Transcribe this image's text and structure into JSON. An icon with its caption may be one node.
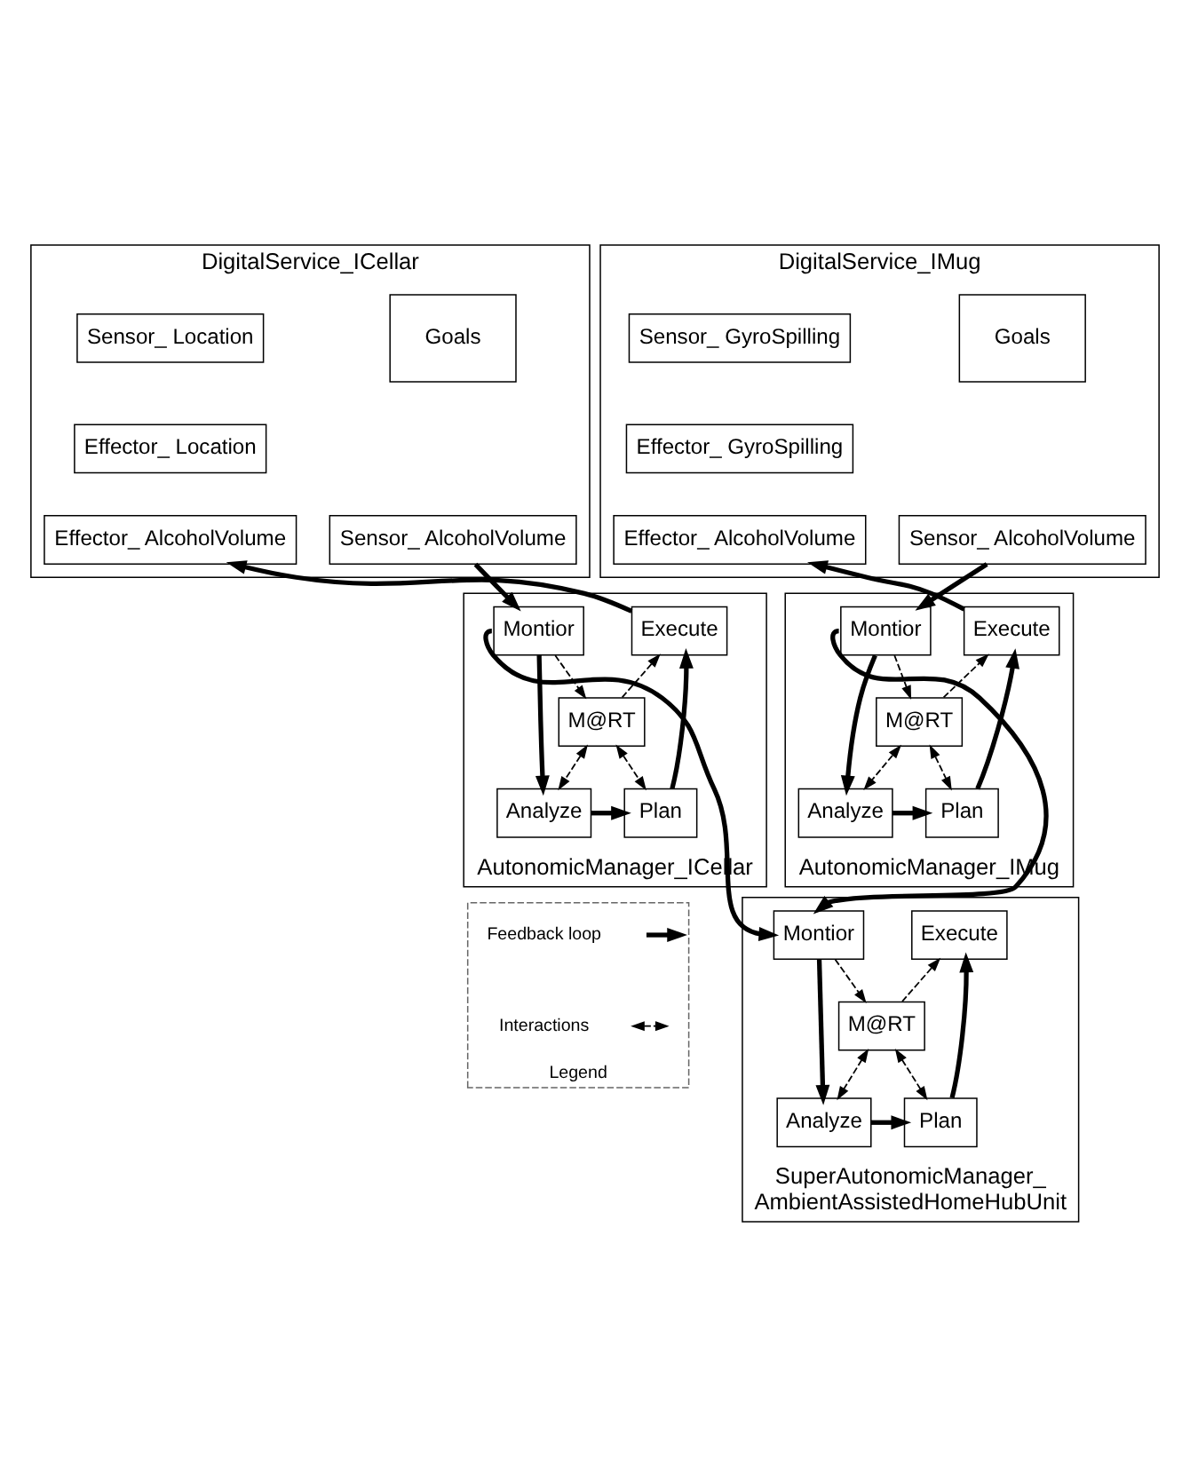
{
  "diagram": {
    "nodes": [
      {
        "text": [
          "DigitalService_ICellar"
        ]
      },
      {
        "text": [
          "Goals"
        ],
        "in": 0
      },
      {
        "text": [
          "Sensor_ Location"
        ],
        "in": 0
      },
      {
        "text": [
          "Effector_ Location"
        ],
        "in": 0
      },
      {
        "text": [
          "Sensor_ AlcoholVolume"
        ],
        "in": 0
      },
      {
        "text": [
          "Effector_ AlcoholVolume"
        ],
        "in": 0
      },
      {
        "text": [
          "DigitalService_IMug"
        ]
      },
      {
        "text": [
          "Goals"
        ],
        "in": 6
      },
      {
        "text": [
          "Sensor_ GyroSpilling"
        ],
        "in": 6
      },
      {
        "text": [
          "Effector_ GyroSpilling"
        ],
        "in": 6
      },
      {
        "text": [
          "Sensor_ AlcoholVolume"
        ],
        "in": 6
      },
      {
        "text": [
          "Effector_ AlcoholVolume"
        ],
        "in": 6
      },
      {
        "text": [
          "AutonomicManager_ICellar"
        ]
      },
      {
        "text": [
          "Montior"
        ],
        "in": 12
      },
      {
        "text": [
          "Execute"
        ],
        "in": 12
      },
      {
        "text": [
          "M@RT"
        ],
        "in": 12
      },
      {
        "text": [
          "Analyze"
        ],
        "in": 12
      },
      {
        "text": [
          "Plan"
        ],
        "in": 12
      },
      {
        "text": [
          "AutonomicManager_IMug"
        ]
      },
      {
        "text": [
          "Montior"
        ],
        "in": 18
      },
      {
        "text": [
          "Execute"
        ],
        "in": 18
      },
      {
        "text": [
          "M@RT"
        ],
        "in": 18
      },
      {
        "text": [
          "Analyze"
        ],
        "in": 18
      },
      {
        "text": [
          "Plan"
        ],
        "in": 18
      },
      {
        "text": [
          "SuperAutonomicManager_ AmbientAssistedHomeHubUnit"
        ]
      },
      {
        "text": [
          "Montior"
        ],
        "in": 24
      },
      {
        "text": [
          "Execute"
        ],
        "in": 24
      },
      {
        "text": [
          "M@RT"
        ],
        "in": 24
      },
      {
        "text": [
          "Analyze"
        ],
        "in": 24
      },
      {
        "text": [
          "Plan"
        ],
        "in": 24
      },
      {
        "text": [
          "Legend"
        ]
      }
    ],
    "edges": [
      {
        "from": 4,
        "to": 13,
        "arrow": "to"
      },
      {
        "from": 14,
        "to": 5,
        "arrow": "to"
      },
      {
        "from": 10,
        "to": 19,
        "arrow": "to"
      },
      {
        "from": 20,
        "to": 11,
        "arrow": "to"
      },
      {
        "from": 13,
        "to": 25,
        "arrow": "to"
      },
      {
        "from": 19,
        "to": 25,
        "arrow": "to"
      },
      {
        "from": 13,
        "to": 16,
        "arrow": "to"
      },
      {
        "from": 16,
        "to": 17,
        "arrow": "to"
      },
      {
        "from": 17,
        "to": 14,
        "arrow": "to"
      },
      {
        "from": 13,
        "to": 15,
        "arrow": "to",
        "style": "dashed"
      },
      {
        "from": 15,
        "to": 14,
        "arrow": "to",
        "style": "dashed"
      },
      {
        "from": 15,
        "to": 16,
        "arrow": "both",
        "style": "dashed"
      },
      {
        "from": 15,
        "to": 17,
        "arrow": "both",
        "style": "dashed"
      },
      {
        "from": 19,
        "to": 22,
        "arrow": "to"
      },
      {
        "from": 22,
        "to": 23,
        "arrow": "to"
      },
      {
        "from": 23,
        "to": 20,
        "arrow": "to"
      },
      {
        "from": 19,
        "to": 21,
        "arrow": "to",
        "style": "dashed"
      },
      {
        "from": 21,
        "to": 20,
        "arrow": "to",
        "style": "dashed"
      },
      {
        "from": 21,
        "to": 22,
        "arrow": "both",
        "style": "dashed"
      },
      {
        "from": 21,
        "to": 23,
        "arrow": "both",
        "style": "dashed"
      },
      {
        "from": 25,
        "to": 28,
        "arrow": "to"
      },
      {
        "from": 28,
        "to": 29,
        "arrow": "to"
      },
      {
        "from": 29,
        "to": 26,
        "arrow": "to"
      },
      {
        "from": 25,
        "to": 27,
        "arrow": "to",
        "style": "dashed"
      },
      {
        "from": 27,
        "to": 26,
        "arrow": "to",
        "style": "dashed"
      },
      {
        "from": 27,
        "to": 28,
        "arrow": "both",
        "style": "dashed"
      },
      {
        "from": 27,
        "to": 29,
        "arrow": "both",
        "style": "dashed"
      }
    ],
    "legend": [
      {
        "text": "Feedback loop"
      },
      {
        "text": "Interactions"
      }
    ]
  }
}
